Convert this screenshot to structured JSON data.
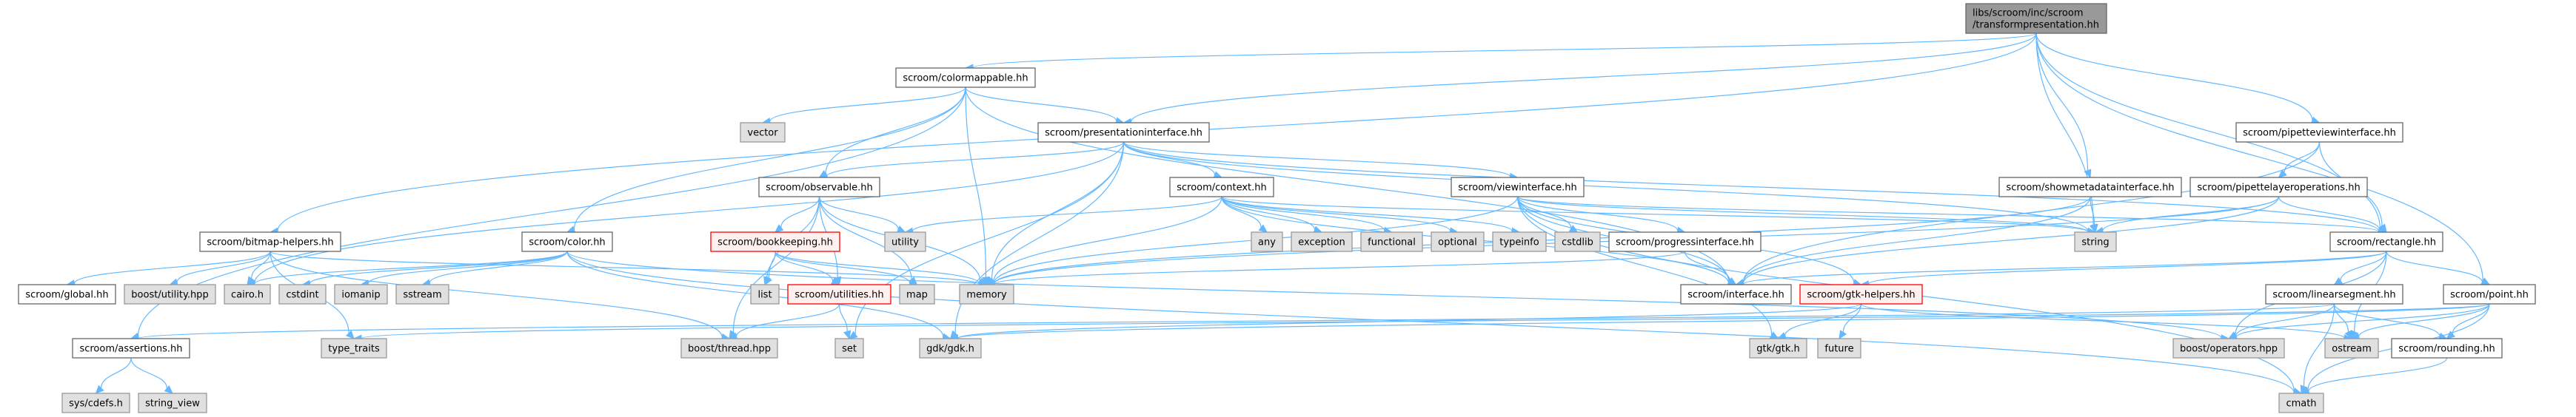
{
  "diagram": {
    "title": "Include dependency graph for transformpresentation.hh",
    "colors": {
      "root_fill": "#999999",
      "root_stroke": "#666666",
      "doc_fill": "#ffffff",
      "doc_stroke": "#666666",
      "sys_fill": "#e0e0e0",
      "sys_stroke": "#999999",
      "warn_fill": "#fff0f0",
      "warn_stroke": "#ff0000",
      "edge": "#63b8ff"
    },
    "nodes": [
      {
        "id": "root",
        "label": [
          "libs/scroom/inc/scroom",
          "/transformpresentation.hh"
        ],
        "kind": "root"
      },
      {
        "id": "colormappable",
        "label": [
          "scroom/colormappable.hh"
        ],
        "kind": "doc"
      },
      {
        "id": "presentationinterface",
        "label": [
          "scroom/presentationinterface.hh"
        ],
        "kind": "doc"
      },
      {
        "id": "vector",
        "label": [
          "vector"
        ],
        "kind": "sys"
      },
      {
        "id": "observable",
        "label": [
          "scroom/observable.hh"
        ],
        "kind": "doc"
      },
      {
        "id": "context",
        "label": [
          "scroom/context.hh"
        ],
        "kind": "doc"
      },
      {
        "id": "viewinterface",
        "label": [
          "scroom/viewinterface.hh"
        ],
        "kind": "doc"
      },
      {
        "id": "showmetadatainterface",
        "label": [
          "scroom/showmetadatainterface.hh"
        ],
        "kind": "doc"
      },
      {
        "id": "pipetteviewinterface",
        "label": [
          "scroom/pipetteviewinterface.hh"
        ],
        "kind": "doc"
      },
      {
        "id": "pipettelayeroperations",
        "label": [
          "scroom/pipettelayeroperations.hh"
        ],
        "kind": "doc"
      },
      {
        "id": "bitmaphelpers",
        "label": [
          "scroom/bitmap-helpers.hh"
        ],
        "kind": "doc"
      },
      {
        "id": "color",
        "label": [
          "scroom/color.hh"
        ],
        "kind": "doc"
      },
      {
        "id": "bookkeeping",
        "label": [
          "scroom/bookkeeping.hh"
        ],
        "kind": "warn"
      },
      {
        "id": "utility",
        "label": [
          "utility"
        ],
        "kind": "sys"
      },
      {
        "id": "any",
        "label": [
          "any"
        ],
        "kind": "sys"
      },
      {
        "id": "exception",
        "label": [
          "exception"
        ],
        "kind": "sys"
      },
      {
        "id": "functional",
        "label": [
          "functional"
        ],
        "kind": "sys"
      },
      {
        "id": "optional",
        "label": [
          "optional"
        ],
        "kind": "sys"
      },
      {
        "id": "typeinfo",
        "label": [
          "typeinfo"
        ],
        "kind": "sys"
      },
      {
        "id": "cstdlib",
        "label": [
          "cstdlib"
        ],
        "kind": "sys"
      },
      {
        "id": "progressinterface",
        "label": [
          "scroom/progressinterface.hh"
        ],
        "kind": "doc"
      },
      {
        "id": "string",
        "label": [
          "string"
        ],
        "kind": "sys"
      },
      {
        "id": "rectangle",
        "label": [
          "scroom/rectangle.hh"
        ],
        "kind": "doc"
      },
      {
        "id": "global",
        "label": [
          "scroom/global.hh"
        ],
        "kind": "doc"
      },
      {
        "id": "boostutility",
        "label": [
          "boost/utility.hpp"
        ],
        "kind": "sys"
      },
      {
        "id": "cairo",
        "label": [
          "cairo.h"
        ],
        "kind": "sys"
      },
      {
        "id": "cstdint",
        "label": [
          "cstdint"
        ],
        "kind": "sys"
      },
      {
        "id": "iomanip",
        "label": [
          "iomanip"
        ],
        "kind": "sys"
      },
      {
        "id": "sstream",
        "label": [
          "sstream"
        ],
        "kind": "sys"
      },
      {
        "id": "list",
        "label": [
          "list"
        ],
        "kind": "sys"
      },
      {
        "id": "utilities",
        "label": [
          "scroom/utilities.hh"
        ],
        "kind": "warn"
      },
      {
        "id": "map",
        "label": [
          "map"
        ],
        "kind": "sys"
      },
      {
        "id": "memory",
        "label": [
          "memory"
        ],
        "kind": "sys"
      },
      {
        "id": "interface",
        "label": [
          "scroom/interface.hh"
        ],
        "kind": "doc"
      },
      {
        "id": "gtkhelpers",
        "label": [
          "scroom/gtk-helpers.hh"
        ],
        "kind": "warn"
      },
      {
        "id": "linearsegment",
        "label": [
          "scroom/linearsegment.hh"
        ],
        "kind": "doc"
      },
      {
        "id": "point",
        "label": [
          "scroom/point.hh"
        ],
        "kind": "doc"
      },
      {
        "id": "assertions",
        "label": [
          "scroom/assertions.hh"
        ],
        "kind": "doc"
      },
      {
        "id": "typetraits",
        "label": [
          "type_traits"
        ],
        "kind": "sys"
      },
      {
        "id": "boostthread",
        "label": [
          "boost/thread.hpp"
        ],
        "kind": "sys"
      },
      {
        "id": "set",
        "label": [
          "set"
        ],
        "kind": "sys"
      },
      {
        "id": "gdk",
        "label": [
          "gdk/gdk.h"
        ],
        "kind": "sys"
      },
      {
        "id": "gtk",
        "label": [
          "gtk/gtk.h"
        ],
        "kind": "sys"
      },
      {
        "id": "future",
        "label": [
          "future"
        ],
        "kind": "sys"
      },
      {
        "id": "boostoperators",
        "label": [
          "boost/operators.hpp"
        ],
        "kind": "sys"
      },
      {
        "id": "ostream",
        "label": [
          "ostream"
        ],
        "kind": "sys"
      },
      {
        "id": "rounding",
        "label": [
          "scroom/rounding.hh"
        ],
        "kind": "doc"
      },
      {
        "id": "syscdefs",
        "label": [
          "sys/cdefs.h"
        ],
        "kind": "sys"
      },
      {
        "id": "stringview",
        "label": [
          "string_view"
        ],
        "kind": "sys"
      },
      {
        "id": "cmath",
        "label": [
          "cmath"
        ],
        "kind": "sys"
      }
    ],
    "edges": [
      [
        "root",
        "colormappable"
      ],
      [
        "root",
        "presentationinterface"
      ],
      [
        "root",
        "showmetadatainterface"
      ],
      [
        "root",
        "pipetteviewinterface"
      ],
      [
        "root",
        "rectangle"
      ],
      [
        "root",
        "point"
      ],
      [
        "root",
        "string"
      ],
      [
        "root",
        "bitmaphelpers"
      ],
      [
        "colormappable",
        "presentationinterface"
      ],
      [
        "colormappable",
        "vector"
      ],
      [
        "colormappable",
        "observable"
      ],
      [
        "colormappable",
        "color"
      ],
      [
        "colormappable",
        "memory"
      ],
      [
        "colormappable",
        "assertions"
      ],
      [
        "colormappable",
        "interface"
      ],
      [
        "presentationinterface",
        "observable"
      ],
      [
        "presentationinterface",
        "context"
      ],
      [
        "presentationinterface",
        "viewinterface"
      ],
      [
        "presentationinterface",
        "rectangle"
      ],
      [
        "presentationinterface",
        "memory"
      ],
      [
        "presentationinterface",
        "set"
      ],
      [
        "presentationinterface",
        "gdk"
      ],
      [
        "presentationinterface",
        "cairo"
      ],
      [
        "presentationinterface",
        "string"
      ],
      [
        "observable",
        "bookkeeping"
      ],
      [
        "observable",
        "utility"
      ],
      [
        "observable",
        "list"
      ],
      [
        "observable",
        "utilities"
      ],
      [
        "observable",
        "map"
      ],
      [
        "observable",
        "memory"
      ],
      [
        "observable",
        "boostthread"
      ],
      [
        "bookkeeping",
        "list"
      ],
      [
        "bookkeeping",
        "utilities"
      ],
      [
        "bookkeeping",
        "map"
      ],
      [
        "bookkeeping",
        "memory"
      ],
      [
        "utilities",
        "boostthread"
      ],
      [
        "utilities",
        "set"
      ],
      [
        "context",
        "utility"
      ],
      [
        "context",
        "any"
      ],
      [
        "context",
        "exception"
      ],
      [
        "context",
        "functional"
      ],
      [
        "context",
        "optional"
      ],
      [
        "context",
        "typeinfo"
      ],
      [
        "context",
        "memory"
      ],
      [
        "context",
        "string"
      ],
      [
        "context",
        "interface"
      ],
      [
        "viewinterface",
        "cstdlib"
      ],
      [
        "viewinterface",
        "progressinterface"
      ],
      [
        "viewinterface",
        "string"
      ],
      [
        "viewinterface",
        "interface"
      ],
      [
        "viewinterface",
        "gtkhelpers"
      ],
      [
        "viewinterface",
        "gtk"
      ],
      [
        "viewinterface",
        "cmath"
      ],
      [
        "viewinterface",
        "memory"
      ],
      [
        "viewinterface",
        "rectangle"
      ],
      [
        "progressinterface",
        "memory"
      ],
      [
        "progressinterface",
        "interface"
      ],
      [
        "showmetadatainterface",
        "string"
      ],
      [
        "showmetadatainterface",
        "interface"
      ],
      [
        "showmetadatainterface",
        "memory"
      ],
      [
        "pipetteviewinterface",
        "pipettelayeroperations"
      ],
      [
        "pipetteviewinterface",
        "rectangle"
      ],
      [
        "pipetteviewinterface",
        "interface"
      ],
      [
        "pipettelayeroperations",
        "rectangle"
      ],
      [
        "pipettelayeroperations",
        "string"
      ],
      [
        "pipettelayeroperations",
        "memory"
      ],
      [
        "pipettelayeroperations",
        "interface"
      ],
      [
        "rectangle",
        "linearsegment"
      ],
      [
        "rectangle",
        "point"
      ],
      [
        "rectangle",
        "interface"
      ],
      [
        "rectangle",
        "gtkhelpers"
      ],
      [
        "rectangle",
        "boostoperators"
      ],
      [
        "rectangle",
        "ostream"
      ],
      [
        "bitmaphelpers",
        "global"
      ],
      [
        "bitmaphelpers",
        "boostutility"
      ],
      [
        "bitmaphelpers",
        "cairo"
      ],
      [
        "bitmaphelpers",
        "memory"
      ],
      [
        "bitmaphelpers",
        "typetraits"
      ],
      [
        "bitmaphelpers",
        "boostthread"
      ],
      [
        "color",
        "cairo"
      ],
      [
        "color",
        "cstdint"
      ],
      [
        "color",
        "iomanip"
      ],
      [
        "color",
        "sstream"
      ],
      [
        "color",
        "boostoperators"
      ],
      [
        "color",
        "gdk"
      ],
      [
        "color",
        "cmath"
      ],
      [
        "gtkhelpers",
        "gtk"
      ],
      [
        "gtkhelpers",
        "future"
      ],
      [
        "gtkhelpers",
        "ostream"
      ],
      [
        "gtkhelpers",
        "gdk"
      ],
      [
        "linearsegment",
        "boostoperators"
      ],
      [
        "linearsegment",
        "ostream"
      ],
      [
        "linearsegment",
        "rounding"
      ],
      [
        "linearsegment",
        "cmath"
      ],
      [
        "linearsegment",
        "assertions"
      ],
      [
        "point",
        "boostoperators"
      ],
      [
        "point",
        "ostream"
      ],
      [
        "point",
        "rounding"
      ],
      [
        "point",
        "cmath"
      ],
      [
        "point",
        "gdk"
      ],
      [
        "point",
        "typetraits"
      ],
      [
        "rounding",
        "cmath"
      ],
      [
        "assertions",
        "syscdefs"
      ],
      [
        "assertions",
        "stringview"
      ]
    ]
  }
}
